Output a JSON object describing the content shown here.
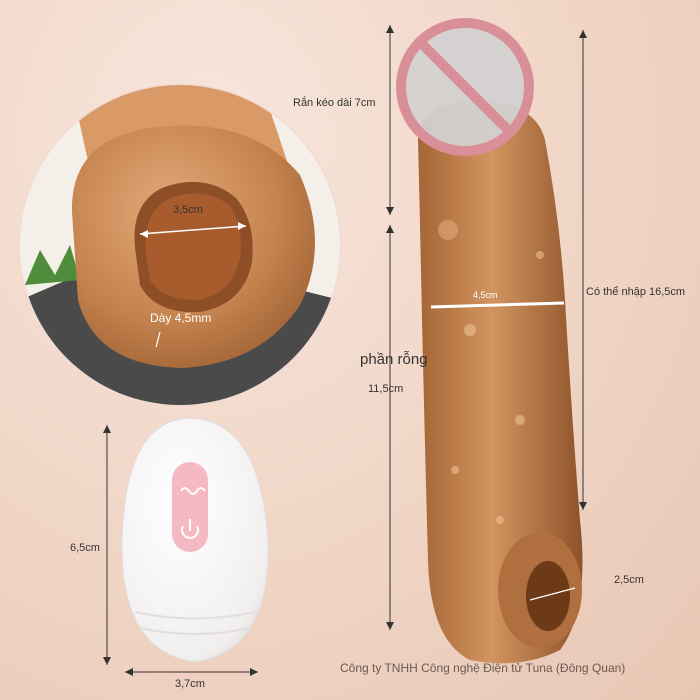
{
  "labels": {
    "sleeve_inner_diameter": "3,5cm",
    "wall_thickness": "Dày 4,5mm",
    "extra_length": "Rắn kéo dài 7cm",
    "sleeve_width": "4,5cm",
    "insertable_length": "Có thể nhập 16,5cm",
    "hollow_part": "phần rỗng",
    "hollow_length": "11,5cm",
    "ring_diameter": "2,5cm",
    "remote_height": "6,5cm",
    "remote_width": "3,7cm",
    "company": "Công ty TNHH Công nghệ Điện tử Tuna (Đông Quan)"
  },
  "icons": {
    "censor": "prohibited-sign-icon",
    "remote_top_button": "wave-icon",
    "remote_bottom_button": "power-icon"
  },
  "colors": {
    "background": "#f0d5c5",
    "silicone": "#c98a55",
    "censor_ring": "#d98f98",
    "remote_body": "#ffffff",
    "remote_buttons": "#f4b9c2"
  }
}
